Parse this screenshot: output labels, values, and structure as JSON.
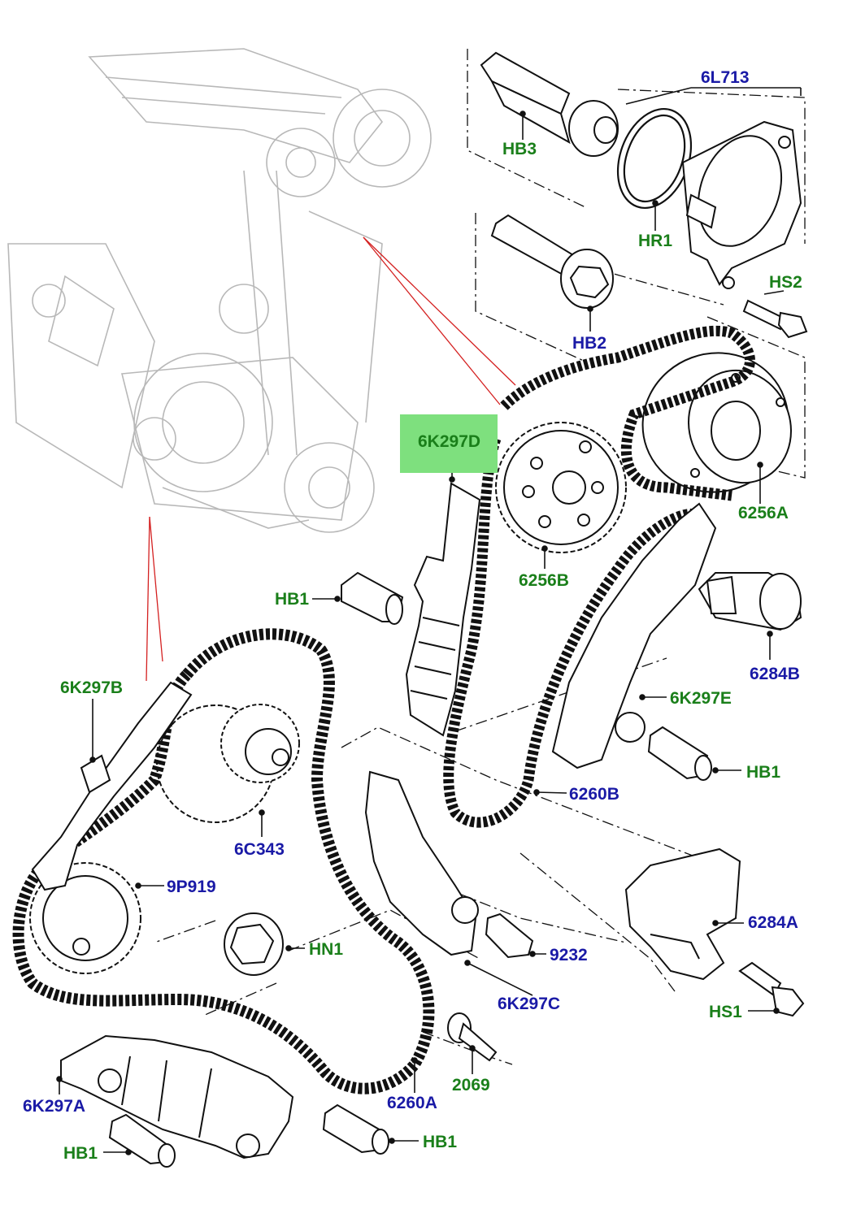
{
  "callouts": {
    "hb3": "HB3",
    "l713": "6L713",
    "hr1": "HR1",
    "hs2": "HS2",
    "hb2": "HB2",
    "k297d": "6K297D",
    "a6256": "6256A",
    "b6256": "6256B",
    "hb1_a": "HB1",
    "b6284": "6284B",
    "k297b": "6K297B",
    "k297e": "6K297E",
    "hb1_b": "HB1",
    "b6260": "6260B",
    "c343": "6C343",
    "p919": "9P919",
    "hn1": "HN1",
    "a6284": "6284A",
    "p9232": "9232",
    "k297c": "6K297C",
    "hs1": "HS1",
    "p2069": "2069",
    "k297a": "6K297A",
    "a6260": "6260A",
    "hb1_c": "HB1",
    "hb1_d": "HB1"
  },
  "colors": {
    "green_label": "#1a7f1a",
    "blue_label": "#1a1aa6",
    "highlight": "#7ee07e",
    "leader_red": "#d42020",
    "line_art": "#111111",
    "ghost_art": "#b8b8b8"
  },
  "highlighted_part": "6K297D"
}
